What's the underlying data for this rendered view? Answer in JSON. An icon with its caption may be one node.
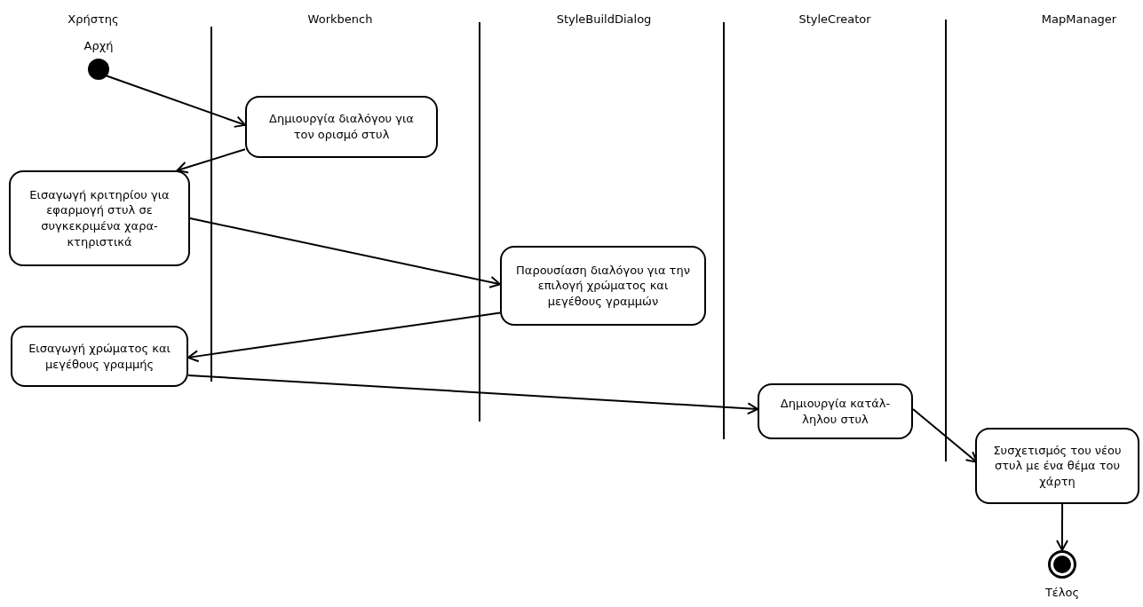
{
  "diagram": {
    "nodes": [
      {
        "text": [],
        "shape": "circle",
        "beside": [
          "Αρχή"
        ]
      },
      {
        "text": [
          "Δημιουργία διαλόγου για τον ορισμό στυλ"
        ]
      },
      {
        "text": [
          "Εισαγωγή κριτηρίου για εφαρμογή στυλ σε συγκεκριμένα χαρα- κτηριστικά"
        ]
      },
      {
        "text": [
          "Παρουσίαση διαλόγου για την επιλογή χρώματος και μεγέθους γραμμών"
        ]
      },
      {
        "text": [
          "Εισαγωγή χρώματος και μεγέθους γραμμής"
        ]
      },
      {
        "text": [
          "Δημιουργία κατάλ- ληλου στυλ"
        ]
      },
      {
        "text": [
          "Συσχετισμός του νέου στυλ με ένα θέμα του χάρτη"
        ]
      },
      {
        "text": [],
        "shape": "circle",
        "beside": [
          "Τέλος"
        ]
      }
    ],
    "edges": [
      {
        "from": 0,
        "to": 1,
        "arrow": "to"
      },
      {
        "from": 1,
        "to": 2,
        "arrow": "to"
      },
      {
        "from": 2,
        "to": 3,
        "arrow": "to"
      },
      {
        "from": 3,
        "to": 4,
        "arrow": "to"
      },
      {
        "from": 4,
        "to": 5,
        "arrow": "to"
      },
      {
        "from": 5,
        "to": 6,
        "arrow": "to"
      },
      {
        "from": 6,
        "to": 7,
        "arrow": "to"
      }
    ],
    "labels": [
      "Χρήστης",
      "Workbench",
      "StyleBuildDialog",
      "StyleCreator",
      "MapManager"
    ]
  }
}
